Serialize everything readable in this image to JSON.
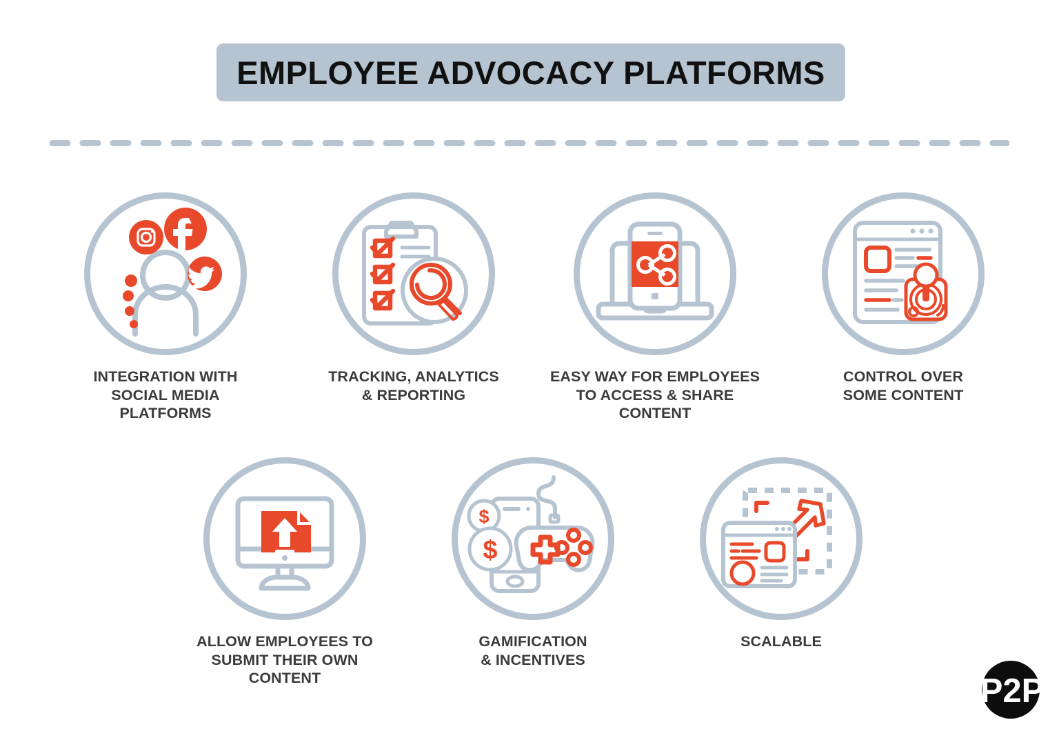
{
  "header": {
    "title": "EMPLOYEE ADVOCACY PLATFORMS"
  },
  "colors": {
    "accent_red": "#e8492b",
    "slate_blue": "#b5c4d0",
    "title_bar": "#b5c4d0",
    "caption_text": "#3b3b3d",
    "background": "#ffffff",
    "logo": "#0d0d0d"
  },
  "divider": {
    "style": "dashed",
    "color": "#b5c4d0"
  },
  "items": [
    {
      "id": 1,
      "icon": "social-media-integration-icon",
      "label": "INTEGRATION WITH SOCIAL MEDIA PLATFORMS",
      "label_lines": [
        "INTEGRATION WITH",
        "SOCIAL MEDIA",
        "PLATFORMS"
      ],
      "icon_parts": [
        "instagram-badge",
        "facebook-badge",
        "twitter-badge",
        "person-silhouette",
        "thought-dots"
      ]
    },
    {
      "id": 2,
      "icon": "tracking-analytics-icon",
      "label": "TRACKING, ANALYTICS & REPORTING",
      "label_lines": [
        "TRACKING, ANALYTICS",
        "& REPORTING"
      ],
      "icon_parts": [
        "clipboard",
        "checkbox-list",
        "magnifying-glass"
      ]
    },
    {
      "id": 3,
      "icon": "share-content-icon",
      "label": "EASY WAY FOR EMPLOYEES TO ACCESS & SHARE CONTENT",
      "label_lines": [
        "EASY WAY FOR EMPLOYEES",
        "TO ACCESS & SHARE",
        "CONTENT"
      ],
      "icon_parts": [
        "laptop",
        "smartphone",
        "share-nodes"
      ]
    },
    {
      "id": 4,
      "icon": "content-control-icon",
      "label": "CONTROL OVER SOME CONTENT",
      "label_lines": [
        "CONTROL OVER",
        "SOME CONTENT"
      ],
      "icon_parts": [
        "browser-window",
        "text-lines",
        "joystick-control"
      ]
    },
    {
      "id": 5,
      "icon": "submit-content-icon",
      "label": "ALLOW EMPLOYEES TO SUBMIT THEIR OWN CONTENT",
      "label_lines": [
        "ALLOW EMPLOYEES TO",
        "SUBMIT THEIR OWN",
        "CONTENT"
      ],
      "icon_parts": [
        "desktop-monitor",
        "document-upload-arrow"
      ]
    },
    {
      "id": 6,
      "icon": "gamification-icon",
      "label": "GAMIFICATION & INCENTIVES",
      "label_lines": [
        "GAMIFICATION",
        "& INCENTIVES"
      ],
      "icon_parts": [
        "smartphone",
        "game-controller",
        "dollar-coin-large",
        "dollar-coin-small"
      ]
    },
    {
      "id": 7,
      "icon": "scalable-icon",
      "label": "SCALABLE",
      "label_lines": [
        "SCALABLE"
      ],
      "icon_parts": [
        "browser-window",
        "dashed-expand-box",
        "diagonal-arrow",
        "corner-brackets"
      ]
    }
  ],
  "logo": {
    "text": "P2P",
    "name": "p2p-logo"
  }
}
